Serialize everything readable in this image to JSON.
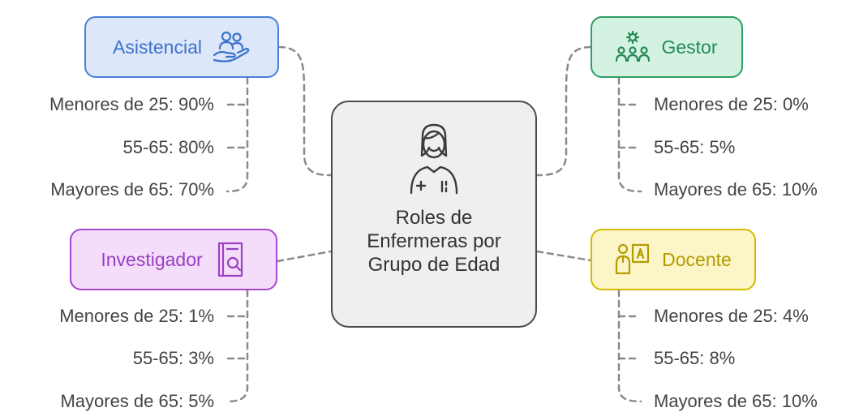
{
  "center": {
    "title": "Roles de Enfermeras por Grupo de Edad",
    "icon": "nurse-icon"
  },
  "roles": [
    {
      "id": "asistencial",
      "label": "Asistencial",
      "icon": "caring-hand-icon",
      "color": "#4a7fd6",
      "fill": "#dce7fa",
      "items": [
        "Menores de 25: 90%",
        "55-65: 80%",
        "Mayores de 65: 70%"
      ]
    },
    {
      "id": "gestor",
      "label": "Gestor",
      "icon": "team-gear-icon",
      "color": "#2e9e63",
      "fill": "#d3f2e1",
      "items": [
        "Menores de 25: 0%",
        "55-65: 5%",
        "Mayores de 65: 10%"
      ]
    },
    {
      "id": "investigador",
      "label": "Investigador",
      "icon": "research-book-icon",
      "color": "#a546cc",
      "fill": "#f4ddfb",
      "items": [
        "Menores de 25: 1%",
        "55-65: 3%",
        "Mayores de 65: 5%"
      ]
    },
    {
      "id": "docente",
      "label": "Docente",
      "icon": "teacher-board-icon",
      "color": "#c0a900",
      "fill": "#fbf5c8",
      "items": [
        "Menores de 25: 4%",
        "55-65: 8%",
        "Mayores de 65: 10%"
      ]
    }
  ]
}
